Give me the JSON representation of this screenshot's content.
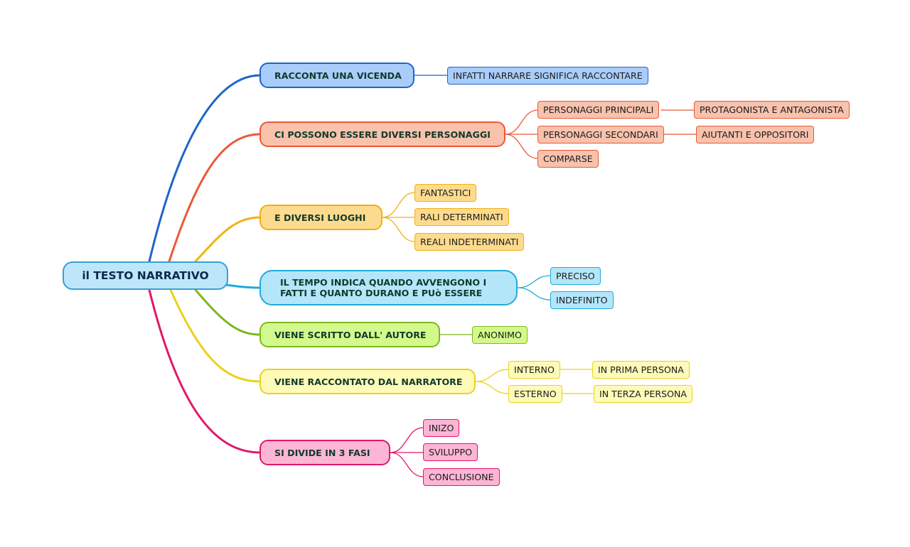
{
  "root": "il TESTO NARRATIVO",
  "branches": {
    "vicenda": {
      "label": "RACCONTA UNA VICENDA",
      "color": "#1f64c8",
      "children": {
        "infatti": "INFATTI NARRARE SIGNIFICA RACCONTARE"
      }
    },
    "personaggi": {
      "label": "CI POSSONO ESSERE DIVERSI PERSONAGGI",
      "color": "#ea5a35",
      "children": {
        "principali": "PERSONAGGI PRINCIPALI",
        "protagonista": "PROTAGONISTA E ANTAGONISTA",
        "secondari": "PERSONAGGI SECONDARI",
        "aiutanti": "AIUTANTI E OPPOSITORI",
        "comparse": "COMPARSE"
      }
    },
    "luoghi": {
      "label": "E DIVERSI LUOGHI",
      "color": "#f0b114",
      "children": {
        "fantastici": "FANTASTICI",
        "determinati": "RALI DETERMINATI",
        "indeterminati": "REALI INDETERMINATI"
      }
    },
    "tempo": {
      "label": "IL TEMPO INDICA QUANDO AVVENGONO I FATTI E QUANTO DURANO E PUò ESSERE",
      "color": "#22a9dc",
      "children": {
        "preciso": "PRECISO",
        "indefinito": "INDEFINITO"
      }
    },
    "autore": {
      "label": "VIENE SCRITTO DALL' AUTORE",
      "color": "#7fb81e",
      "children": {
        "anonimo": "ANONIMO"
      }
    },
    "narratore": {
      "label": "VIENE RACCONTATO DAL NARRATORE",
      "color": "#ead21d",
      "children": {
        "interno": "INTERNO",
        "prima": "IN PRIMA PERSONA",
        "esterno": "ESTERNO",
        "terza": "IN TERZA PERSONA"
      }
    },
    "fasi": {
      "label": "SI DIVIDE IN 3 FASI",
      "color": "#e3176a",
      "children": {
        "inizio": "INIZO",
        "sviluppo": "SVILUPPO",
        "conclusione": "CONCLUSIONE"
      }
    }
  }
}
